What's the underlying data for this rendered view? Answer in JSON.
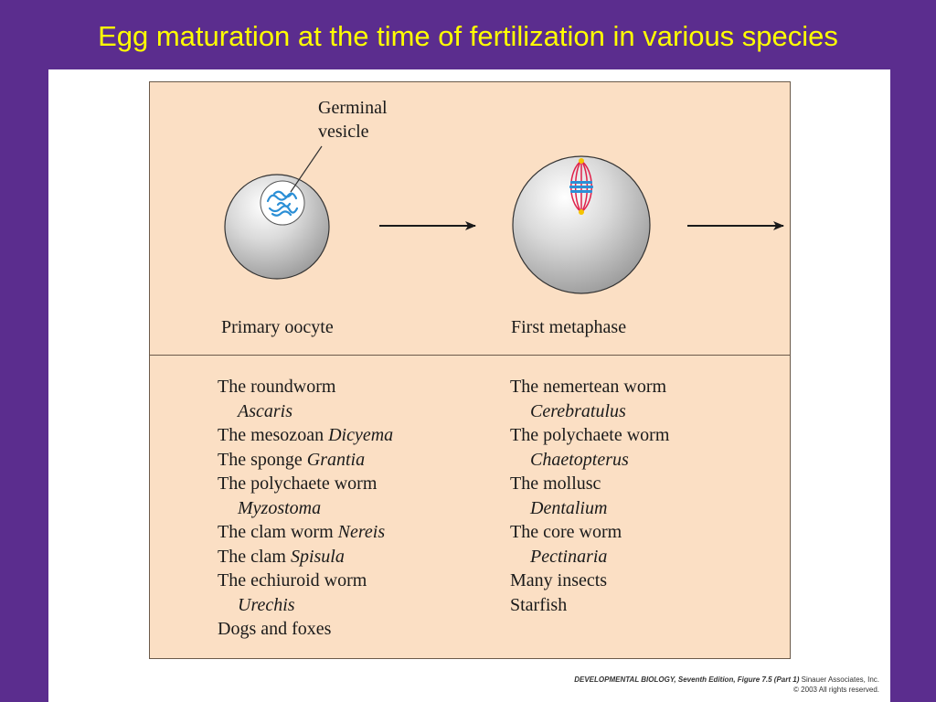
{
  "slide_title": "Egg maturation at the time of fertilization in various species",
  "callout": {
    "line1": "Germinal",
    "line2": "vesicle"
  },
  "stages": [
    {
      "label": "Primary oocyte"
    },
    {
      "label": "First metaphase"
    }
  ],
  "species_columns": [
    {
      "entries": [
        {
          "text": "The roundworm",
          "italic": "",
          "indent": false
        },
        {
          "text": "",
          "italic": "Ascaris",
          "indent": true
        },
        {
          "text": "The mesozoan ",
          "italic": "Dicyema",
          "indent": false
        },
        {
          "text": "The sponge ",
          "italic": "Grantia",
          "indent": false
        },
        {
          "text": "The polychaete worm",
          "italic": "",
          "indent": false
        },
        {
          "text": "",
          "italic": "Myzostoma",
          "indent": true
        },
        {
          "text": "The clam worm ",
          "italic": "Nereis",
          "indent": false
        },
        {
          "text": "The clam ",
          "italic": "Spisula",
          "indent": false
        },
        {
          "text": "The echiuroid worm",
          "italic": "",
          "indent": false
        },
        {
          "text": "",
          "italic": "Urechis",
          "indent": true
        },
        {
          "text": "Dogs and foxes",
          "italic": "",
          "indent": false
        }
      ]
    },
    {
      "entries": [
        {
          "text": "The nemertean worm",
          "italic": "",
          "indent": false
        },
        {
          "text": "",
          "italic": "Cerebratulus",
          "indent": true
        },
        {
          "text": "The polychaete worm",
          "italic": "",
          "indent": false
        },
        {
          "text": "",
          "italic": "Chaetopterus",
          "indent": true
        },
        {
          "text": "The mollusc",
          "italic": "",
          "indent": false
        },
        {
          "text": "",
          "italic": "Dentalium",
          "indent": true
        },
        {
          "text": "The core worm",
          "italic": "",
          "indent": false
        },
        {
          "text": "",
          "italic": "Pectinaria",
          "indent": true
        },
        {
          "text": "Many insects",
          "italic": "",
          "indent": false
        },
        {
          "text": "Starfish",
          "italic": "",
          "indent": false
        }
      ]
    }
  ],
  "caption": {
    "book": "DEVELOPMENTAL BIOLOGY, Seventh Edition,",
    "figure": "Figure 7.5 (Part 1)",
    "publisher": "Sinauer Associates, Inc.",
    "copyright": "© 2003 All rights reserved."
  },
  "colors": {
    "background": "#5b2d8e",
    "title": "#ffff00",
    "panel": "#fbdfc4",
    "cell_gray": "#c8c8c8",
    "chromosome_blue": "#2b8fd6",
    "spindle_red": "#e0204a"
  },
  "icons": [
    "arrow-right-icon",
    "arrow-right-icon"
  ]
}
